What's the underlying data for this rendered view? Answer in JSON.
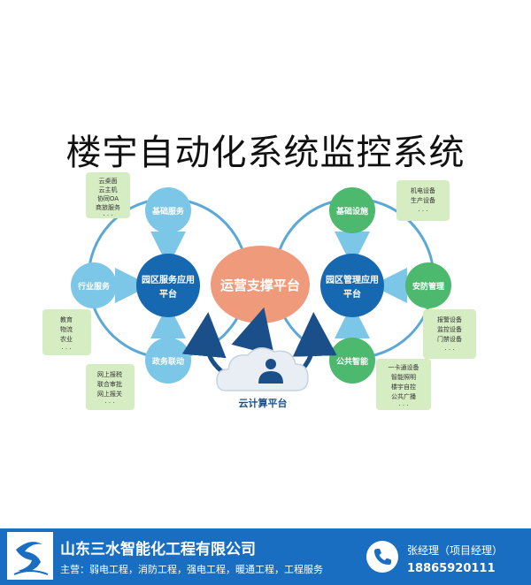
{
  "title": "楼宇自动化系统监控系统",
  "center": {
    "label": "运营支撑平台"
  },
  "cloud": {
    "label": "云计算平台"
  },
  "left_cluster": {
    "hub": {
      "line1": "园区服务应用",
      "line2": "平台"
    },
    "nodes": [
      {
        "label": "基础服务",
        "notes": [
          "云桌面",
          "云主机",
          "协同OA",
          "商旅服务",
          "· · ·"
        ]
      },
      {
        "label": "行业服务",
        "notes": [
          "教育",
          "物流",
          "农业",
          "· · ·"
        ]
      },
      {
        "label": "政务联动",
        "notes": [
          "网上报税",
          "联合审批",
          "网上报关",
          "· · ·"
        ]
      }
    ]
  },
  "right_cluster": {
    "hub": {
      "line1": "园区管理应用",
      "line2": "平台"
    },
    "nodes": [
      {
        "label": "基础设施",
        "notes": [
          "机电设备",
          "生产设备",
          "· · ·"
        ]
      },
      {
        "label": "安防管理",
        "notes": [
          "报警设备",
          "监控设备",
          "门禁设备",
          "· · ·"
        ]
      },
      {
        "label": "公共智能",
        "notes": [
          "一卡通设备",
          "智能照明",
          "楼宇自控",
          "公共广播",
          "· · ·"
        ]
      }
    ]
  },
  "footer": {
    "company": "山东三水智能化工程有限公司",
    "services": "主营：弱电工程，消防工程，强电工程，暖通工程，工程服务",
    "contact": "张经理（项目经理）",
    "phone": "18865920111"
  },
  "colors": {
    "hub": "#1668b0",
    "node": "#7cc6e8",
    "node_green": "#4cb96e",
    "center": "#f09a7c",
    "ring": "#5aa8d8",
    "note_bg": "#d6edc4",
    "footer_bg": "#1a6ec2"
  }
}
